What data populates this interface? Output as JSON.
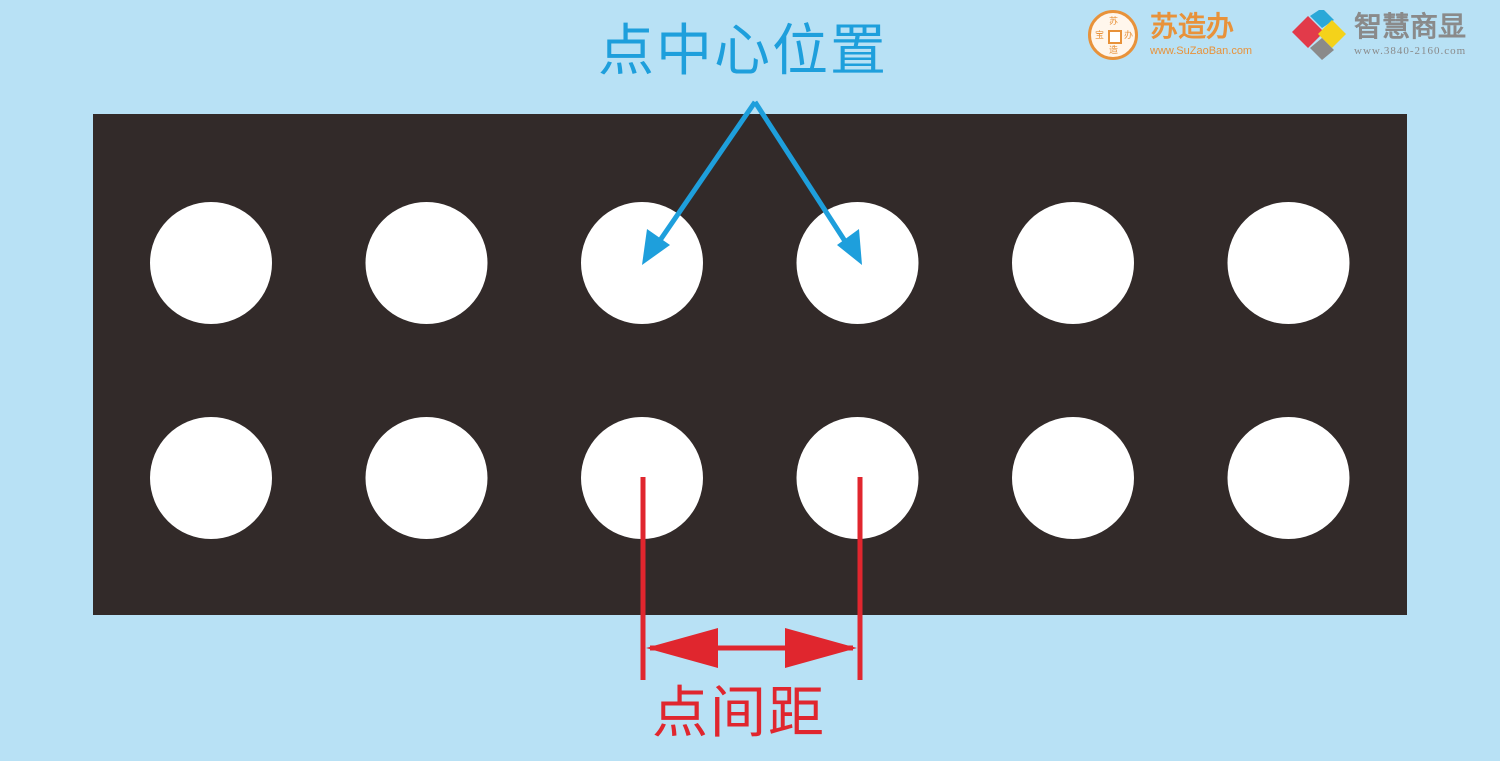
{
  "title": "点中心位置",
  "spacing_label": "点间距",
  "logos": {
    "suzaoban": {
      "name": "苏造办",
      "url": "www.SuZaoBan.com",
      "seal_chars": [
        "苏",
        "宝",
        "办",
        "造"
      ],
      "color": "#e8923a"
    },
    "zhihui": {
      "name": "智慧商显",
      "url": "www.3840-2160.com",
      "color": "#8a8a8a",
      "mark_colors": [
        "#e23a4a",
        "#2aa8d8",
        "#f4d21a",
        "#8a8a8a"
      ]
    }
  },
  "dot_grid": {
    "rows": 2,
    "cols": 6
  },
  "colors": {
    "background": "#b8e1f5",
    "panel": "#322a29",
    "dot": "#ffffff",
    "center_arrow": "#1e9fdc",
    "spacing": "#e0262e"
  }
}
